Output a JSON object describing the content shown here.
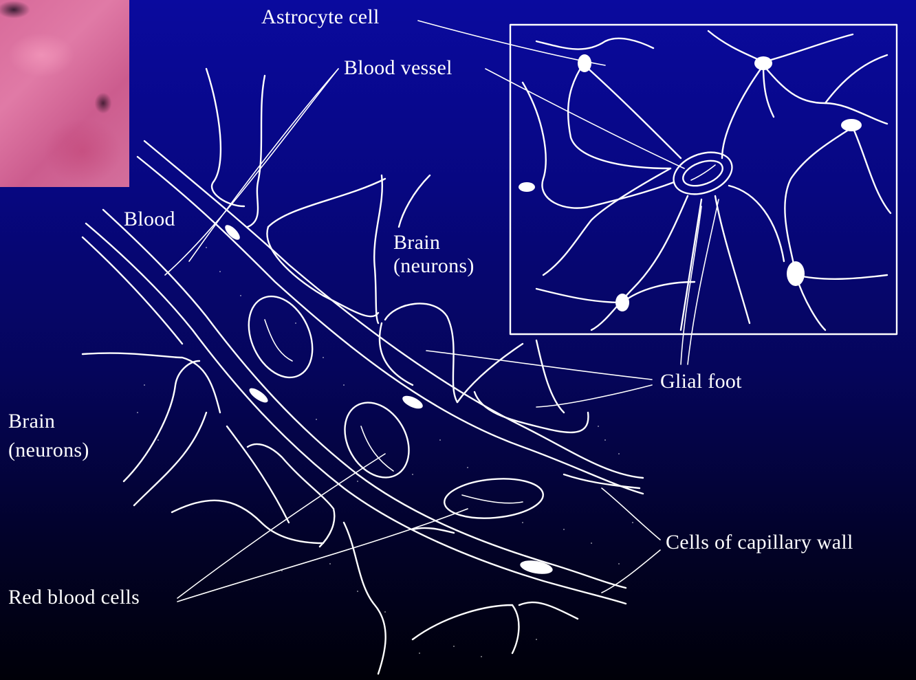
{
  "labels": {
    "astrocyte_cell": "Astrocyte cell",
    "blood_vessel": "Blood vessel",
    "blood": "Blood",
    "brain_neurons_right_line1": "Brain",
    "brain_neurons_right_line2": "(neurons)",
    "brain_neurons_left_line1": "Brain",
    "brain_neurons_left_line2": "(neurons)",
    "glial_foot": "Glial foot",
    "cells_of_capillary_wall": "Cells of capillary wall",
    "red_blood_cells": "Red blood cells"
  },
  "colors": {
    "background_top": "#0a0a9e",
    "background_bottom": "#000008",
    "line": "#ffffff",
    "micrograph": "#d86a9a"
  }
}
